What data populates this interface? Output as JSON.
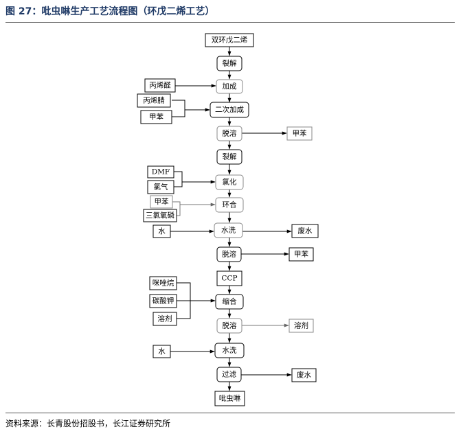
{
  "figure": {
    "title": "图 27：吡虫啉生产工艺流程图（环戊二烯工艺）",
    "source": "资料来源：长青股份招股书，长江证券研究所"
  },
  "nodes": {
    "cpd": "双环戊二烯",
    "crack1": "裂解",
    "addition": "加成",
    "acrolein": "丙烯醛",
    "acrylonitrile": "丙烯腈",
    "toluene_in1": "甲苯",
    "second_add": "二次加成",
    "desolv1": "脱溶",
    "toluene_out1": "甲苯",
    "crack2": "裂解",
    "dmf": "DMF",
    "chlorine": "氯气",
    "chlorination": "氯化",
    "toluene_in2": "甲苯",
    "pocl3": "三氯氧磷",
    "cyclization": "环合",
    "water_in1": "水",
    "wash1": "水洗",
    "waste_water1": "废水",
    "desolv2": "脱溶",
    "toluene_out2": "甲苯",
    "ccp": "CCP",
    "imidazolidine": "咪唑烷",
    "k2co3": "碳酸钾",
    "solvent_in": "溶剂",
    "condensation": "缩合",
    "desolv3": "脱溶",
    "solvent_out": "溶剂",
    "water_in2": "水",
    "wash2": "水洗",
    "filter": "过滤",
    "waste_water2": "废水",
    "product": "吡虫啉"
  }
}
